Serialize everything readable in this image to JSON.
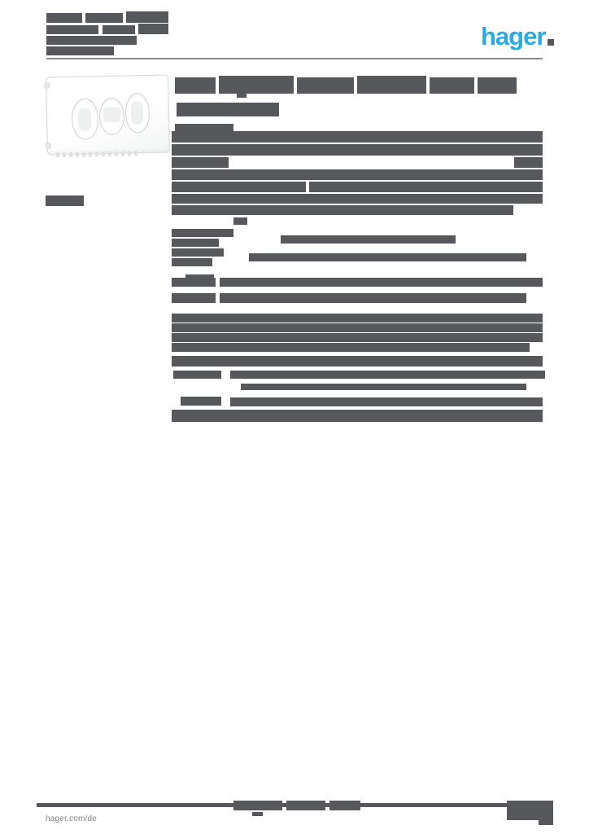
{
  "brand": {
    "logo_text": "hager",
    "logo_color": "#29ABE2"
  },
  "colors": {
    "redaction": "#56585B",
    "rule": "#8A8B8D",
    "accent": "#29ABE2"
  },
  "footer": {
    "website": "hager.com/de"
  },
  "icons": {
    "product_photo": "three-gang-cover-plate-photo",
    "logo_mark": "logo-square-mark"
  },
  "redactions": {
    "header-line": [
      [
        57,
        16,
        44,
        12
      ],
      [
        105,
        16,
        46,
        12
      ],
      [
        155,
        14,
        52,
        14
      ],
      [
        57,
        31,
        64,
        11
      ],
      [
        126,
        31,
        40,
        11
      ],
      [
        170,
        29,
        37,
        13
      ],
      [
        57,
        44,
        111,
        11
      ],
      [
        57,
        57,
        83,
        11
      ]
    ],
    "title": [
      [
        215,
        95,
        50,
        20
      ],
      [
        269,
        93,
        92,
        22
      ],
      [
        365,
        95,
        70,
        20
      ],
      [
        439,
        93,
        85,
        22
      ],
      [
        528,
        95,
        55,
        20
      ],
      [
        587,
        95,
        48,
        20
      ],
      [
        291,
        115,
        12,
        5
      ]
    ],
    "subtitle": [
      [
        217,
        126,
        126,
        17
      ]
    ],
    "badge": [
      [
        56,
        240,
        47,
        13
      ]
    ],
    "spec-label": [
      [
        215,
        152,
        72,
        9
      ]
    ],
    "spec-paragraph-1": [
      [
        211,
        161,
        456,
        14
      ],
      [
        211,
        177,
        456,
        14
      ],
      [
        211,
        193,
        70,
        13
      ],
      [
        632,
        193,
        35,
        13
      ],
      [
        211,
        208,
        456,
        13
      ],
      [
        211,
        223,
        165,
        13
      ],
      [
        380,
        223,
        287,
        13
      ],
      [
        211,
        238,
        456,
        12
      ],
      [
        211,
        252,
        420,
        12
      ],
      [
        287,
        267,
        17,
        9
      ]
    ],
    "spec-section-2": [
      [
        211,
        281,
        76,
        10
      ],
      [
        211,
        293,
        58,
        10
      ],
      [
        211,
        305,
        64,
        10
      ],
      [
        211,
        317,
        50,
        10
      ],
      [
        345,
        289,
        215,
        10
      ],
      [
        306,
        311,
        341,
        10
      ],
      [
        228,
        337,
        35,
        8
      ]
    ],
    "spec-section-3": [
      [
        211,
        341,
        54,
        11
      ],
      [
        270,
        341,
        397,
        11
      ],
      [
        211,
        360,
        54,
        12
      ],
      [
        270,
        360,
        377,
        12
      ],
      [
        211,
        385,
        456,
        11
      ],
      [
        211,
        397,
        456,
        11
      ],
      [
        211,
        409,
        456,
        11
      ],
      [
        211,
        421,
        440,
        11
      ],
      [
        211,
        437,
        456,
        13
      ]
    ],
    "spec-section-4": [
      [
        213,
        455,
        59,
        10
      ],
      [
        283,
        455,
        387,
        10
      ],
      [
        296,
        471,
        351,
        8
      ],
      [
        222,
        487,
        50,
        11
      ],
      [
        283,
        488,
        384,
        11
      ],
      [
        211,
        503,
        456,
        15
      ]
    ],
    "footer-center-text": [
      [
        287,
        983,
        60,
        12
      ],
      [
        352,
        983,
        48,
        12
      ],
      [
        405,
        983,
        38,
        12
      ],
      [
        310,
        997,
        13,
        5
      ]
    ],
    "footer-right-block": [
      [
        623,
        983,
        57,
        24
      ],
      [
        662,
        1007,
        18,
        6
      ]
    ]
  }
}
